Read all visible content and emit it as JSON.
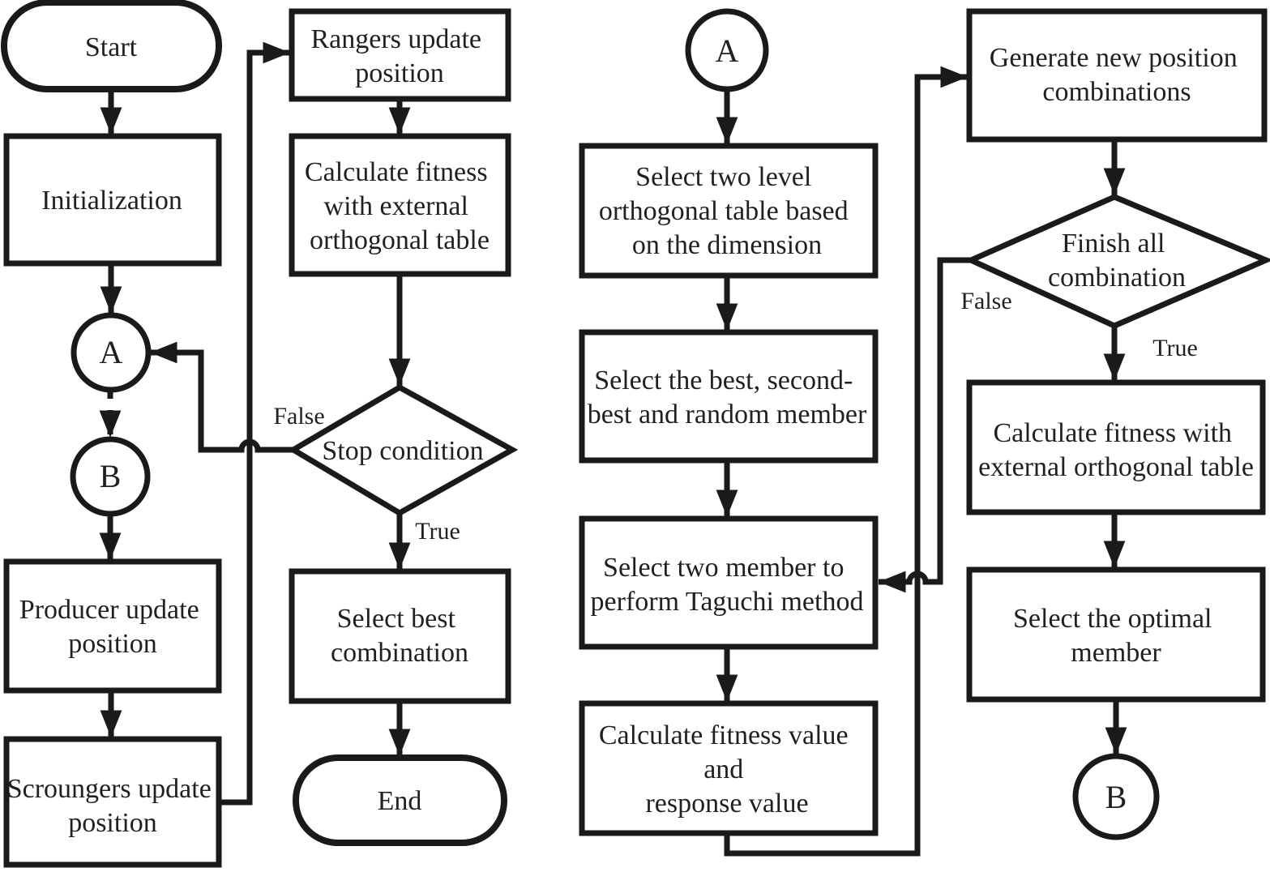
{
  "diagram": {
    "nodes": {
      "start": {
        "lines": [
          "Start"
        ]
      },
      "initialization": {
        "lines": [
          "Initialization"
        ]
      },
      "connector_a_left": {
        "lines": [
          "A"
        ]
      },
      "connector_b_left": {
        "lines": [
          "B"
        ]
      },
      "producer_update": {
        "lines": [
          "Producer update",
          "position"
        ]
      },
      "scroungers_update": {
        "lines": [
          "Scroungers update",
          "position"
        ]
      },
      "rangers_update": {
        "lines": [
          "Rangers update",
          "position"
        ]
      },
      "calculate_fitness_left": {
        "lines": [
          "Calculate fitness",
          "with external",
          "orthogonal table"
        ]
      },
      "stop_condition": {
        "lines": [
          "Stop condition"
        ]
      },
      "select_best_combination": {
        "lines": [
          "Select best",
          "combination"
        ]
      },
      "end": {
        "lines": [
          "End"
        ]
      },
      "connector_a_mid": {
        "lines": [
          "A"
        ]
      },
      "select_two_level": {
        "lines": [
          "Select two level",
          "orthogonal table based",
          "on the dimension"
        ]
      },
      "select_best_second": {
        "lines": [
          "Select the best, second-",
          "best and random member"
        ]
      },
      "select_two_member": {
        "lines": [
          "Select two member to",
          "perform Taguchi method"
        ]
      },
      "calculate_fitness_value": {
        "lines": [
          "Calculate fitness value",
          "and",
          "response value"
        ]
      },
      "generate_new_position": {
        "lines": [
          "Generate new position",
          "combinations"
        ]
      },
      "finish_all_combination": {
        "lines": [
          "Finish all",
          "combination"
        ]
      },
      "calculate_fitness_right": {
        "lines": [
          "Calculate fitness with",
          "external orthogonal table"
        ]
      },
      "select_optimal_member": {
        "lines": [
          "Select the optimal",
          "member"
        ]
      },
      "connector_b_right": {
        "lines": [
          "B"
        ]
      }
    },
    "branch_labels": {
      "stop_false": "False",
      "stop_true": "True",
      "finish_false": "False",
      "finish_true": "True"
    },
    "colors": {
      "stroke": "#1a1a1a",
      "text": "#231f20",
      "background": "#ffffff"
    }
  }
}
